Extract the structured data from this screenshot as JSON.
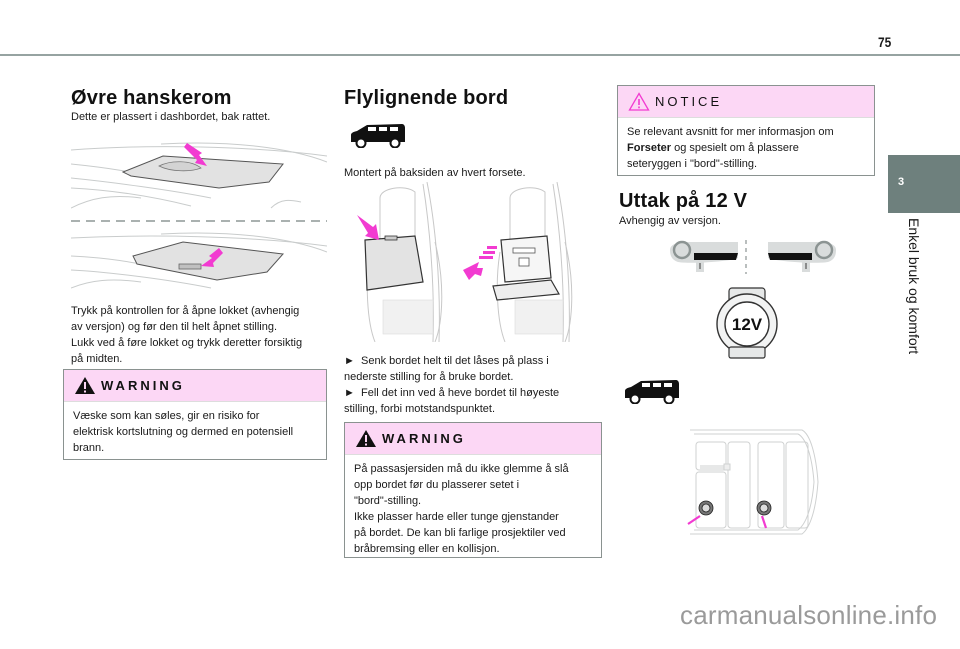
{
  "header": {
    "page_number": "75"
  },
  "chapter_tab": {
    "number": "3",
    "title": "Enkel bruk og komfort"
  },
  "col1": {
    "heading": "Øvre hanskerom",
    "intro": "Dette er plassert i dashbordet, bak rattet.",
    "illustration": "glovebox-illustration",
    "body_lines": [
      "Trykk på kontrollen for å åpne lokket (avhengig",
      "av versjon) og før den til helt åpnet stilling.",
      "Lukk ved å føre lokket og trykk deretter forsiktig",
      "på midten."
    ],
    "warning": {
      "label": "WARNING",
      "lines": [
        "Væske som kan søles, gir en risiko for",
        "elektrisk kortslutning og dermed en potensiell",
        "brann."
      ]
    }
  },
  "col2": {
    "heading": "Flylignende bord",
    "vehicle_icon": "van-icon",
    "intro": "Montert på baksiden av hvert forsete.",
    "illustration": "seatback-table-illustration",
    "steps": [
      "Senk bordet helt til det låses på plass i",
      "nederste stilling for å bruke bordet.",
      "Fell det inn ved å heve bordet til høyeste",
      "stilling, forbi motstandspunktet."
    ],
    "step_bullet": "►",
    "warning": {
      "label": "WARNING",
      "lines": [
        "På passasjersiden må du ikke glemme å slå",
        "opp bordet før du plasserer setet i",
        "\"bord\"-stilling.",
        "Ikke plasser harde eller tunge gjenstander",
        "på bordet. De kan bli farlige prosjektiler ved",
        "bråbremsing eller en kollisjon."
      ]
    }
  },
  "col3": {
    "notice": {
      "label": "NOTICE",
      "line1": "Se relevant avsnitt for mer informasjon om",
      "line2_bold": "Forseter",
      "line2_rest": " og spesielt om å plassere",
      "line3": "seteryggen i \"bord\"-stilling."
    },
    "heading": "Uttak på 12 V",
    "intro": "Avhengig av versjon.",
    "socket_label": "12V",
    "vehicle_icon": "van-icon",
    "illustration": "floor-plan-socket-illustration"
  },
  "watermark": "carmanualsonline.info",
  "colors": {
    "accent_pink": "#f23bd1",
    "box_header_pink": "#fcd7f5",
    "chapter_tab": "#6e807d",
    "rule": "#96a3a1"
  }
}
